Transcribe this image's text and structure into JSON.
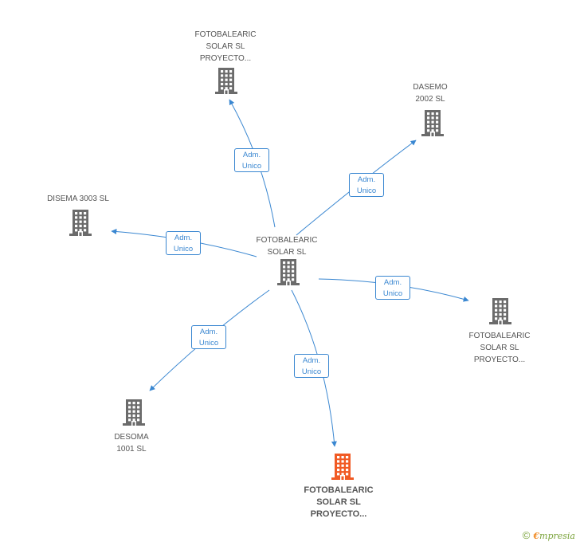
{
  "colors": {
    "edge": "#3a87d1",
    "node": "#6b6b6b",
    "highlight": "#f15a24"
  },
  "nodes": [
    {
      "id": "center",
      "label": "FOTOBALEARIC\nSOLAR  SL",
      "icon": "building-icon"
    },
    {
      "id": "top",
      "label": "FOTOBALEARIC\nSOLAR SL\nPROYECTO...",
      "icon": "building-icon"
    },
    {
      "id": "dasemo",
      "label": "DASEMO\n2002 SL",
      "icon": "building-icon"
    },
    {
      "id": "disema",
      "label": "DISEMA 3003 SL",
      "icon": "building-icon"
    },
    {
      "id": "right",
      "label": "FOTOBALEARIC\nSOLAR SL\nPROYECTO...",
      "icon": "building-icon"
    },
    {
      "id": "desoma",
      "label": "DESOMA\n1001 SL",
      "icon": "building-icon"
    },
    {
      "id": "bottom",
      "label": "FOTOBALEARIC\nSOLAR SL\nPROYECTO...",
      "icon": "building-icon",
      "highlight": true
    }
  ],
  "edges": [
    {
      "to": "top",
      "label": "Adm.\nUnico"
    },
    {
      "to": "dasemo",
      "label": "Adm.\nUnico"
    },
    {
      "to": "disema",
      "label": "Adm.\nUnico"
    },
    {
      "to": "right",
      "label": "Adm.\nUnico"
    },
    {
      "to": "desoma",
      "label": "Adm.\nUnico"
    },
    {
      "to": "bottom",
      "label": "Adm.\nUnico"
    }
  ],
  "footer": {
    "copyright": "©",
    "brand_initial": "€",
    "brand_rest": "mpresia"
  }
}
